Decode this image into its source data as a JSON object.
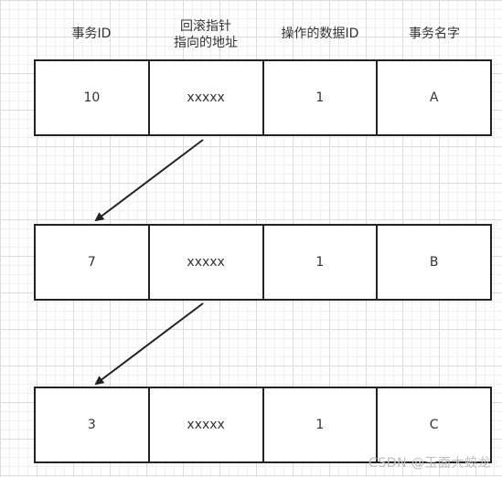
{
  "headers": [
    "事务ID",
    "回滚指针\n指向的地址",
    "操作的数据ID",
    "事务名字"
  ],
  "rows": [
    [
      "10",
      "xxxxx",
      "1",
      "A"
    ],
    [
      "7",
      "xxxxx",
      "1",
      "B"
    ],
    [
      "3",
      "xxxxx",
      "1",
      "C"
    ]
  ],
  "watermark": "CSDN @玉面大蛟龙",
  "colors": {
    "border": "#222222",
    "grid": "#dcdcdc",
    "text": "#333333",
    "watermark": "#bdbdbd"
  }
}
